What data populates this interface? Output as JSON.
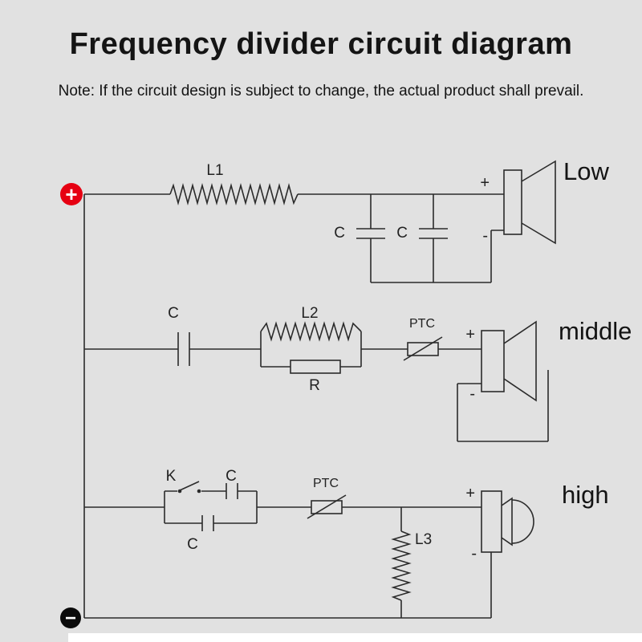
{
  "title": "Frequency divider circuit diagram",
  "note": "Note: If the circuit design is subject to change, the actual product shall prevail.",
  "terminals": {
    "positive": "+",
    "negative": "−"
  },
  "components": {
    "l1": "L1",
    "l2": "L2",
    "l3": "L3",
    "r": "R",
    "k": "K",
    "cap_top_left": "C",
    "cap_top_right": "C",
    "cap_mid": "C",
    "cap_high_top": "C",
    "cap_high_bottom": "C",
    "ptc_mid": "PTC",
    "ptc_high": "PTC"
  },
  "speakers": {
    "low": {
      "label": "Low",
      "plus": "+",
      "minus": "-"
    },
    "middle": {
      "label": "middle",
      "plus": "+",
      "minus": "-"
    },
    "high": {
      "label": "high",
      "plus": "+",
      "minus": "-"
    }
  },
  "colors": {
    "background": "#e1e1e1",
    "line": "#2b2b2b",
    "text": "#141414",
    "terminal_positive": "#e60012",
    "terminal_negative": "#0a0a0a"
  }
}
